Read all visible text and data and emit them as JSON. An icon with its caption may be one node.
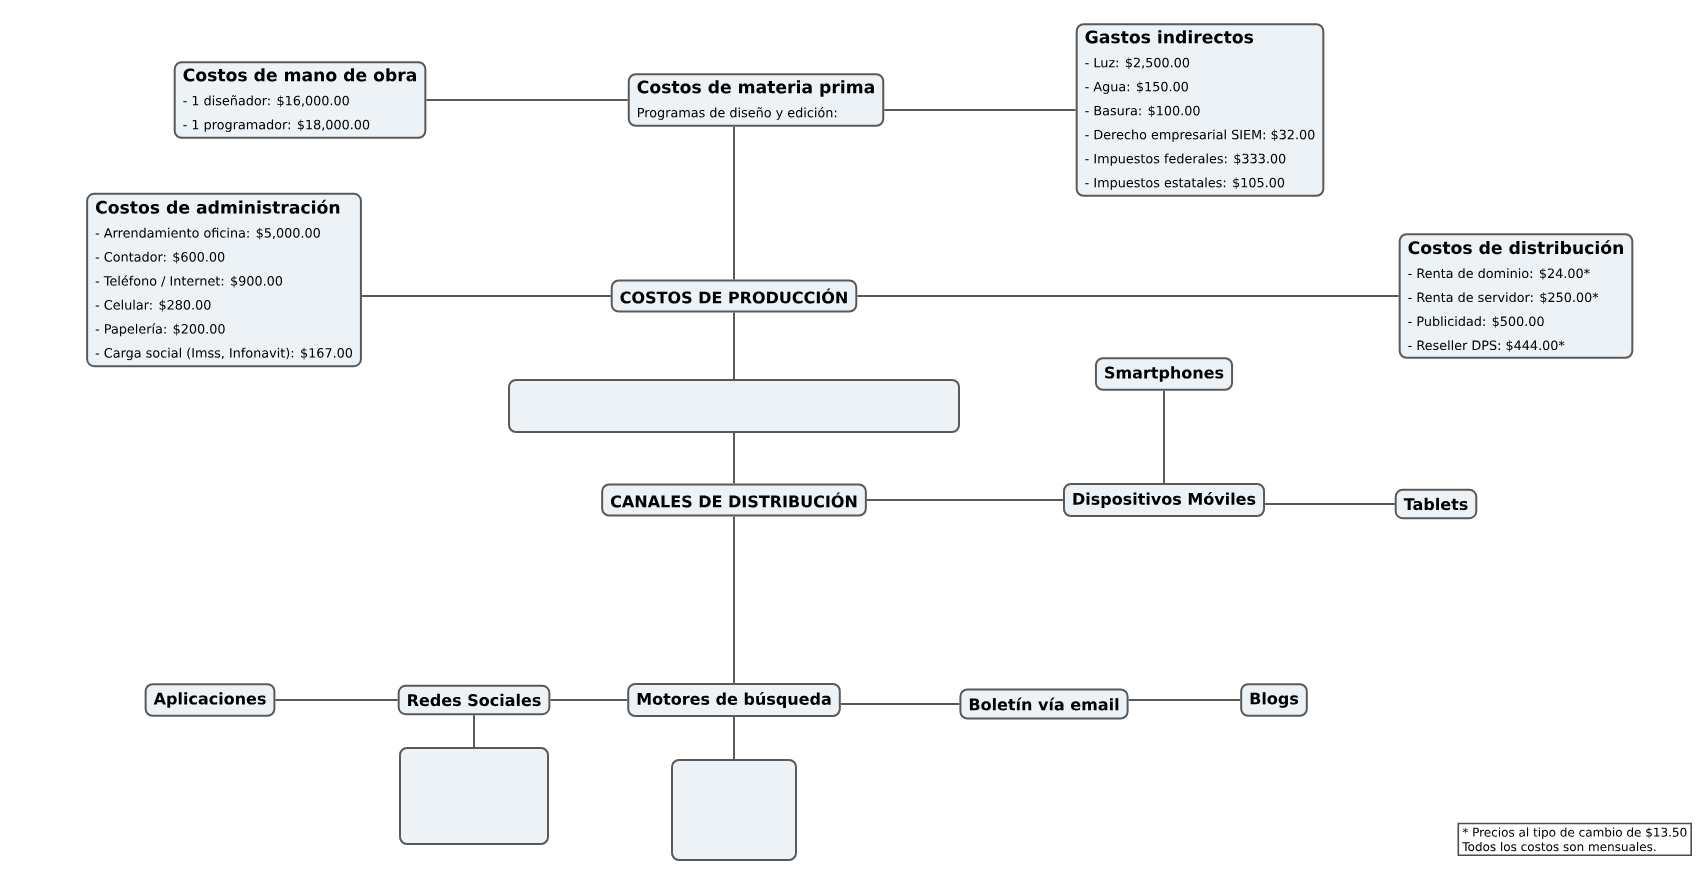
{
  "diagram": {
    "nodes": [
      {
        "text": [
          "Costos de mano de obra",
          "- 1 diseñador: $16,000.00",
          "- 1 programador: $18,000.00"
        ]
      },
      {
        "text": [
          "Costos de materia prima",
          "Programas de diseño y edición:"
        ]
      },
      {
        "text": [
          "Gastos indirectos",
          "- Luz: $2,500.00",
          "- Agua: $150.00",
          "- Basura: $100.00",
          "- Derecho empresarial SIEM: $32.00",
          "- Impuestos federales: $333.00",
          "- Impuestos estatales: $105.00"
        ]
      },
      {
        "text": [
          "Costos de administración",
          "- Arrendamiento oficina: $5,000.00",
          "- Contador: $600.00",
          "- Teléfono / Internet: $900.00",
          "- Celular: $280.00",
          "- Papelería: $200.00",
          "- Carga social (Imss, Infonavit): $167.00"
        ]
      },
      {
        "text": [
          "COSTOS DE PRODUCCIÓN"
        ]
      },
      {
        "text": [
          "Costos de distribución",
          "- Renta de dominio: $24.00*",
          "- Renta de servidor: $250.00*",
          "- Publicidad: $500.00",
          "- Reseller DPS: $444.00*"
        ]
      },
      {
        "text": [],
        "shape": "box"
      },
      {
        "text": [
          "Smartphones"
        ]
      },
      {
        "text": [
          "CANALES DE DISTRIBUCIÓN"
        ]
      },
      {
        "text": [
          "Dispositivos Móviles"
        ]
      },
      {
        "text": [
          "Tablets"
        ]
      },
      {
        "text": [
          "Aplicaciones"
        ]
      },
      {
        "text": [
          "Redes Sociales"
        ]
      },
      {
        "text": [
          "Motores de búsqueda"
        ]
      },
      {
        "text": [
          "Boletín vía email"
        ]
      },
      {
        "text": [
          "Blogs"
        ]
      },
      {
        "text": [],
        "shape": "box"
      },
      {
        "text": [],
        "shape": "box"
      }
    ],
    "edges": [
      {
        "from": 0,
        "to": 1,
        "arrow": "none"
      },
      {
        "from": 1,
        "to": 2,
        "arrow": "none"
      },
      {
        "from": 1,
        "to": 4,
        "arrow": "none"
      },
      {
        "from": 3,
        "to": 4,
        "arrow": "none"
      },
      {
        "from": 4,
        "to": 5,
        "arrow": "none"
      },
      {
        "from": 4,
        "to": 6,
        "arrow": "none"
      },
      {
        "from": 6,
        "to": 8,
        "arrow": "none"
      },
      {
        "from": 8,
        "to": 9,
        "arrow": "none"
      },
      {
        "from": 9,
        "to": 7,
        "arrow": "none"
      },
      {
        "from": 9,
        "to": 10,
        "arrow": "none"
      },
      {
        "from": 8,
        "to": 13,
        "arrow": "none"
      },
      {
        "from": 13,
        "to": 12,
        "arrow": "none"
      },
      {
        "from": 12,
        "to": 11,
        "arrow": "none"
      },
      {
        "from": 13,
        "to": 14,
        "arrow": "none"
      },
      {
        "from": 14,
        "to": 15,
        "arrow": "none"
      },
      {
        "from": 12,
        "to": 16,
        "arrow": "none"
      },
      {
        "from": 13,
        "to": 17,
        "arrow": "none"
      }
    ],
    "labels": [
      "* Precios al tipo de cambio de $13.50",
      "Todos los costos son mensuales."
    ]
  }
}
